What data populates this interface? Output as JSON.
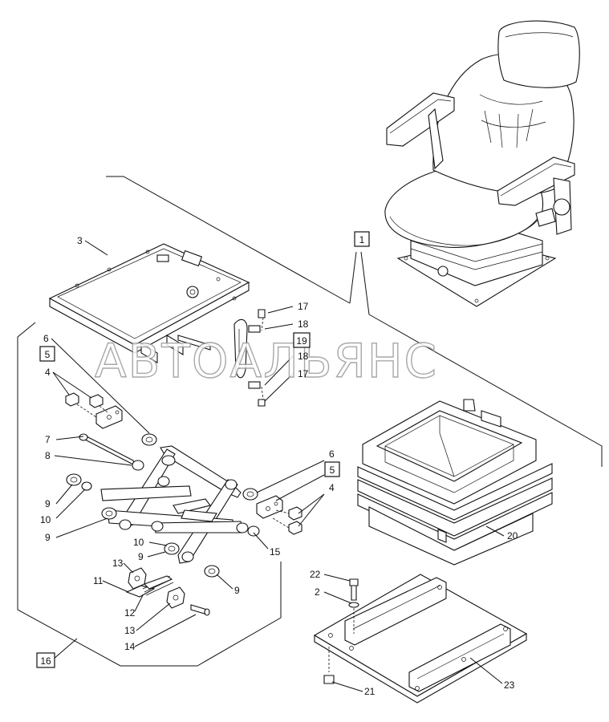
{
  "diagram": {
    "watermark": "АВТОАЛЬЯНС",
    "callouts": {
      "c1": "1",
      "c2": "2",
      "c3": "3",
      "c4a": "4",
      "c4b": "4",
      "c5a": "5",
      "c5b": "5",
      "c6a": "6",
      "c6b": "6",
      "c7": "7",
      "c8": "8",
      "c9a": "9",
      "c9b": "9",
      "c9c": "9",
      "c9d": "9",
      "c10a": "10",
      "c10b": "10",
      "c11": "11",
      "c12": "12",
      "c13a": "13",
      "c13b": "13",
      "c14": "14",
      "c15": "15",
      "c16": "16",
      "c17a": "17",
      "c17b": "17",
      "c18a": "18",
      "c18b": "18",
      "c19": "19",
      "c20": "20",
      "c21": "21",
      "c22": "22",
      "c23": "23"
    }
  }
}
